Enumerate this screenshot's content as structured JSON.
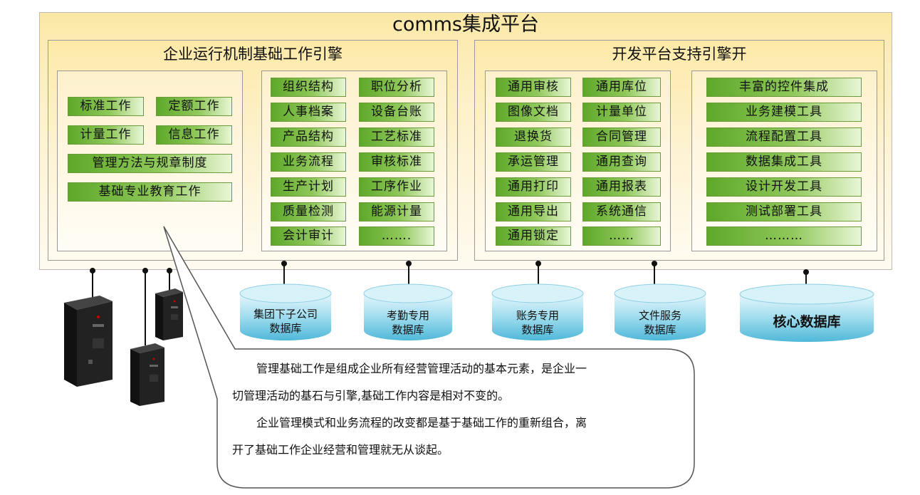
{
  "platform": {
    "title": "comms集成平台"
  },
  "left_engine": {
    "title": "企业运行机制基础工作引擎",
    "basic_items": [
      "标准工作",
      "定额工作",
      "计量工作",
      "信息工作",
      "管理方法与规章制度",
      "基础专业教育工作"
    ],
    "modules_col1": [
      "组织结构",
      "人事档案",
      "产品结构",
      "业务流程",
      "生产计划",
      "质量检测",
      "会计审计"
    ],
    "modules_col2": [
      "职位分析",
      "设备台账",
      "工艺标准",
      "审核标准",
      "工序作业",
      "能源计量",
      "……."
    ]
  },
  "right_engine": {
    "title": "开发平台支持引擎开",
    "common_col1": [
      "通用审核",
      "图像文档",
      "退换货",
      "承运管理",
      "通用打印",
      "通用导出",
      "通用锁定"
    ],
    "common_col2": [
      "通用库位",
      "计量单位",
      "合同管理",
      "通用查询",
      "通用报表",
      "系统通信",
      "……"
    ],
    "tools": [
      "丰富的控件集成",
      "业务建模工具",
      "流程配置工具",
      "数据集成工具",
      "设计开发工具",
      "测试部署工具",
      "………"
    ]
  },
  "databases": [
    {
      "line1": "集团下子公司",
      "line2": "数据库"
    },
    {
      "line1": "考勤专用",
      "line2": "数据库"
    },
    {
      "line1": "账务专用",
      "line2": "数据库"
    },
    {
      "line1": "文件服务",
      "line2": "数据库"
    },
    {
      "line1": "核心数据库",
      "line2": ""
    }
  ],
  "description": {
    "p1": "管理基础工作是组成企业所有经营管理活动的基本元素，是企业一",
    "p1b": "切管理活动的基石与引擎,基础工作内容是相对不变的。",
    "p2": "企业管理模式和业务流程的改变都是基于基础工作的重新组合，离",
    "p2b": "开了基础工作企业经营和管理就无从谈起。"
  },
  "colors": {
    "platform_bg": "#fbe8a6",
    "button_green": "#5ea829",
    "button_light": "#e9f6d6",
    "db_cyan": "#5cc4e0"
  },
  "icons": [
    "server-icon",
    "database-icon",
    "speech-bubble-icon"
  ]
}
